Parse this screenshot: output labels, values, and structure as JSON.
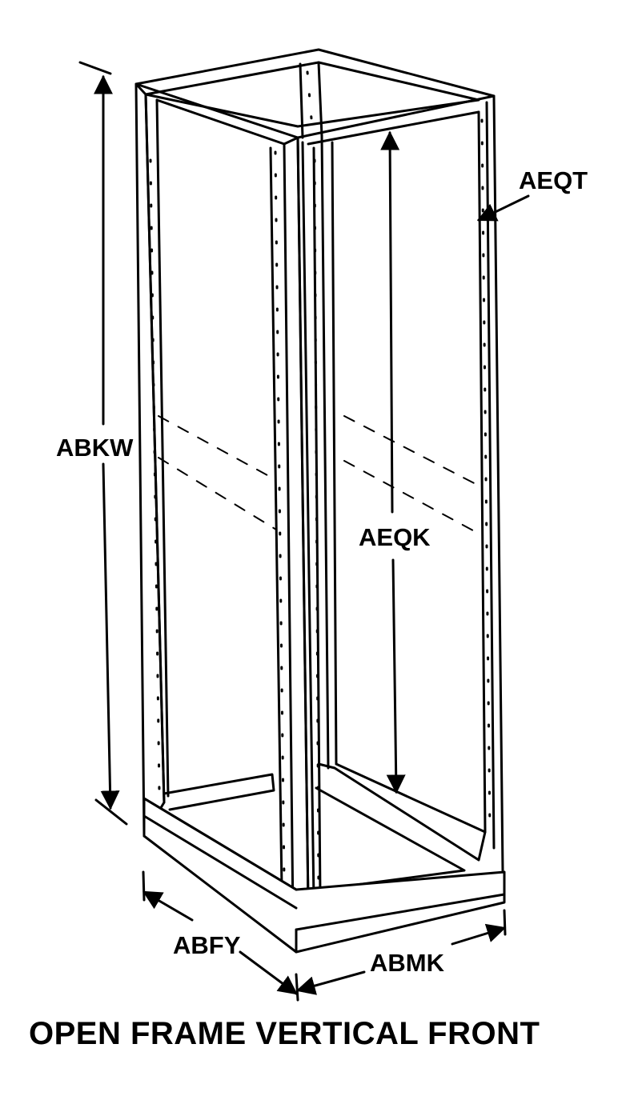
{
  "labels": {
    "abkw": "ABKW",
    "aeqt": "AEQT",
    "aeqk": "AEQK",
    "abfy": "ABFY",
    "abmk": "ABMK"
  },
  "caption": "OPEN FRAME VERTICAL FRONT"
}
